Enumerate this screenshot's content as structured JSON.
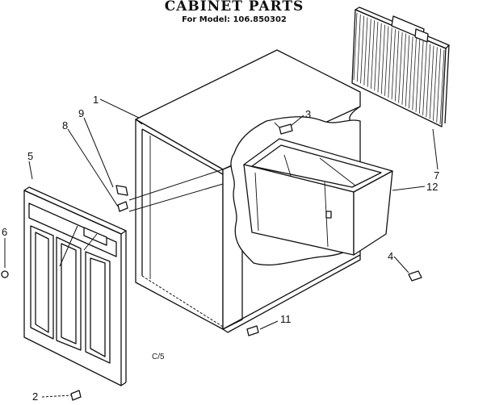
{
  "header": {
    "title": "CABINET PARTS",
    "subtitle": "For Model: 106.850302"
  },
  "callouts": [
    "1",
    "2",
    "3",
    "4",
    "5",
    "6",
    "7",
    "8",
    "9",
    "11",
    "12"
  ],
  "drawing_code": "C/5"
}
